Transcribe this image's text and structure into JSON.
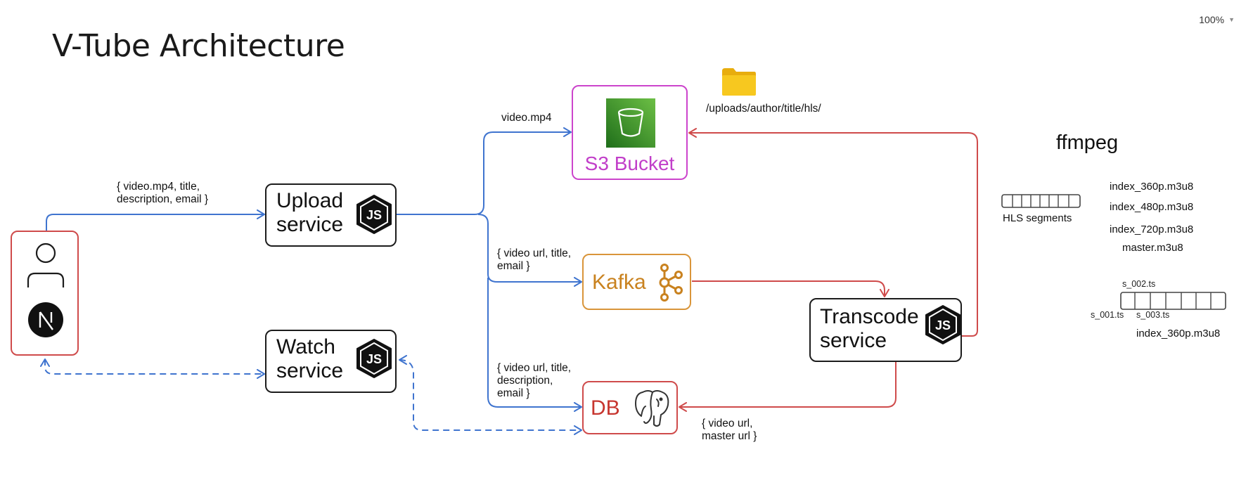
{
  "title": "V-Tube Architecture",
  "zoom": "100%",
  "colors": {
    "blue_arrow": "#3f74cf",
    "red_arrow": "#cf4b4b",
    "s3_border": "#cc44cc",
    "s3_text": "#c13ec9",
    "kafka_border": "#d9953a",
    "kafka_text": "#c9821f",
    "db_border": "#cf4b4b",
    "db_text": "#c7362f",
    "client_border": "#cf4b4b",
    "s3_icon": "#3a8f2d",
    "folder": "#f2c21a"
  },
  "nodes": {
    "upload": {
      "line1": "Upload",
      "line2": "service",
      "icon": "nodejs-icon"
    },
    "watch": {
      "line1": "Watch",
      "line2": "service",
      "icon": "nodejs-icon"
    },
    "transcode": {
      "line1": "Transcode",
      "line2": "service",
      "icon": "nodejs-icon"
    },
    "s3": {
      "label": "S3 Bucket",
      "icon": "s3-bucket-icon"
    },
    "kafka": {
      "label": "Kafka",
      "icon": "kafka-icon"
    },
    "db": {
      "label": "DB",
      "icon": "postgres-elephant-icon"
    },
    "client": {
      "icons": [
        "user-icon",
        "nextjs-icon"
      ]
    }
  },
  "edge_labels": {
    "client_to_upload_1": "{ video.mp4, title,",
    "client_to_upload_2": "description, email }",
    "upload_to_s3": "video.mp4",
    "upload_to_kafka_1": "{ video url, title,",
    "upload_to_kafka_2": "email }",
    "upload_to_db_1": "{ video url, title,",
    "upload_to_db_2": "description,",
    "upload_to_db_3": "email }",
    "transcode_to_db_1": "{ video url,",
    "transcode_to_db_2": "master url }",
    "s3_path": "/uploads/author/title/hls/"
  },
  "ffmpeg": {
    "title": "ffmpeg",
    "hls_label": "HLS segments",
    "playlists": [
      "index_360p.m3u8",
      "index_480p.m3u8",
      "index_720p.m3u8",
      "master.m3u8"
    ],
    "segment_labels": {
      "s1": "s_001.ts",
      "s2": "s_002.ts",
      "s3": "s_003.ts"
    },
    "segment_playlist": "index_360p.m3u8"
  }
}
